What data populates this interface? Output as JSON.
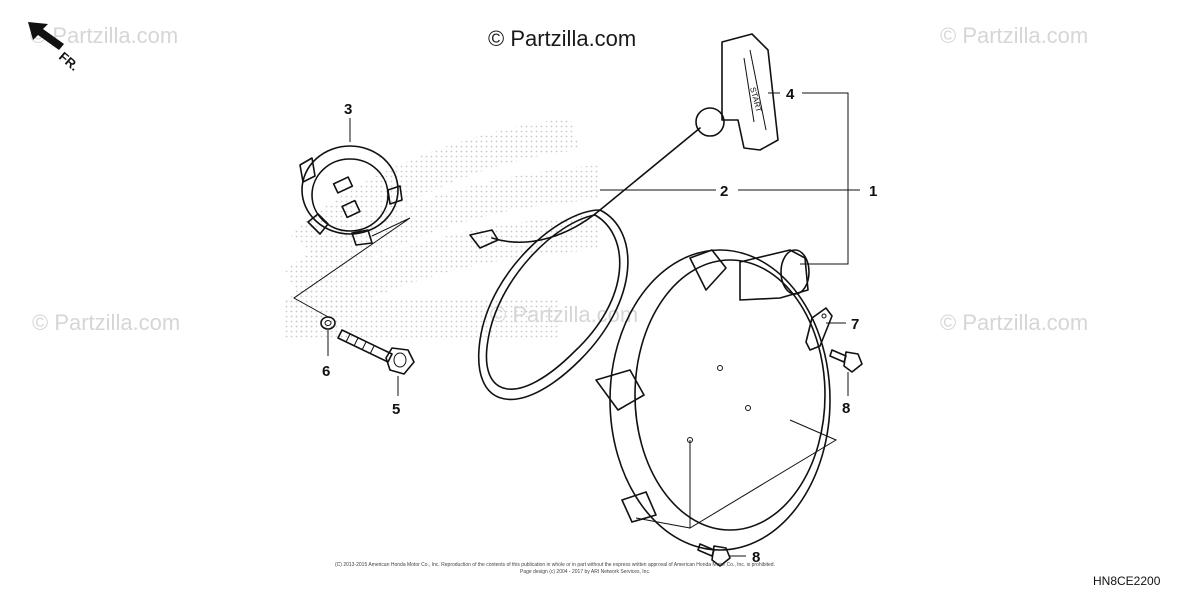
{
  "watermarks": {
    "top_center": "© Partzilla.com",
    "repeated": "© Partzilla.com"
  },
  "direction": {
    "label": "FR.",
    "icon": "front-direction-arrow-icon"
  },
  "callouts": [
    "1",
    "2",
    "3",
    "4",
    "5",
    "6",
    "7",
    "8",
    "8"
  ],
  "handle_text": "START",
  "diagram_code": "HN8CE2200",
  "copyright_lines": [
    "(C) 2013-2015 American Honda Motor Co., Inc. Reproduction of the contents of this publication in whole or in part without the express written approval of American Honda Motor Co., Inc. is prohibited.",
    "Page design (c) 2004 - 2017 by ARI Network Services, Inc."
  ]
}
